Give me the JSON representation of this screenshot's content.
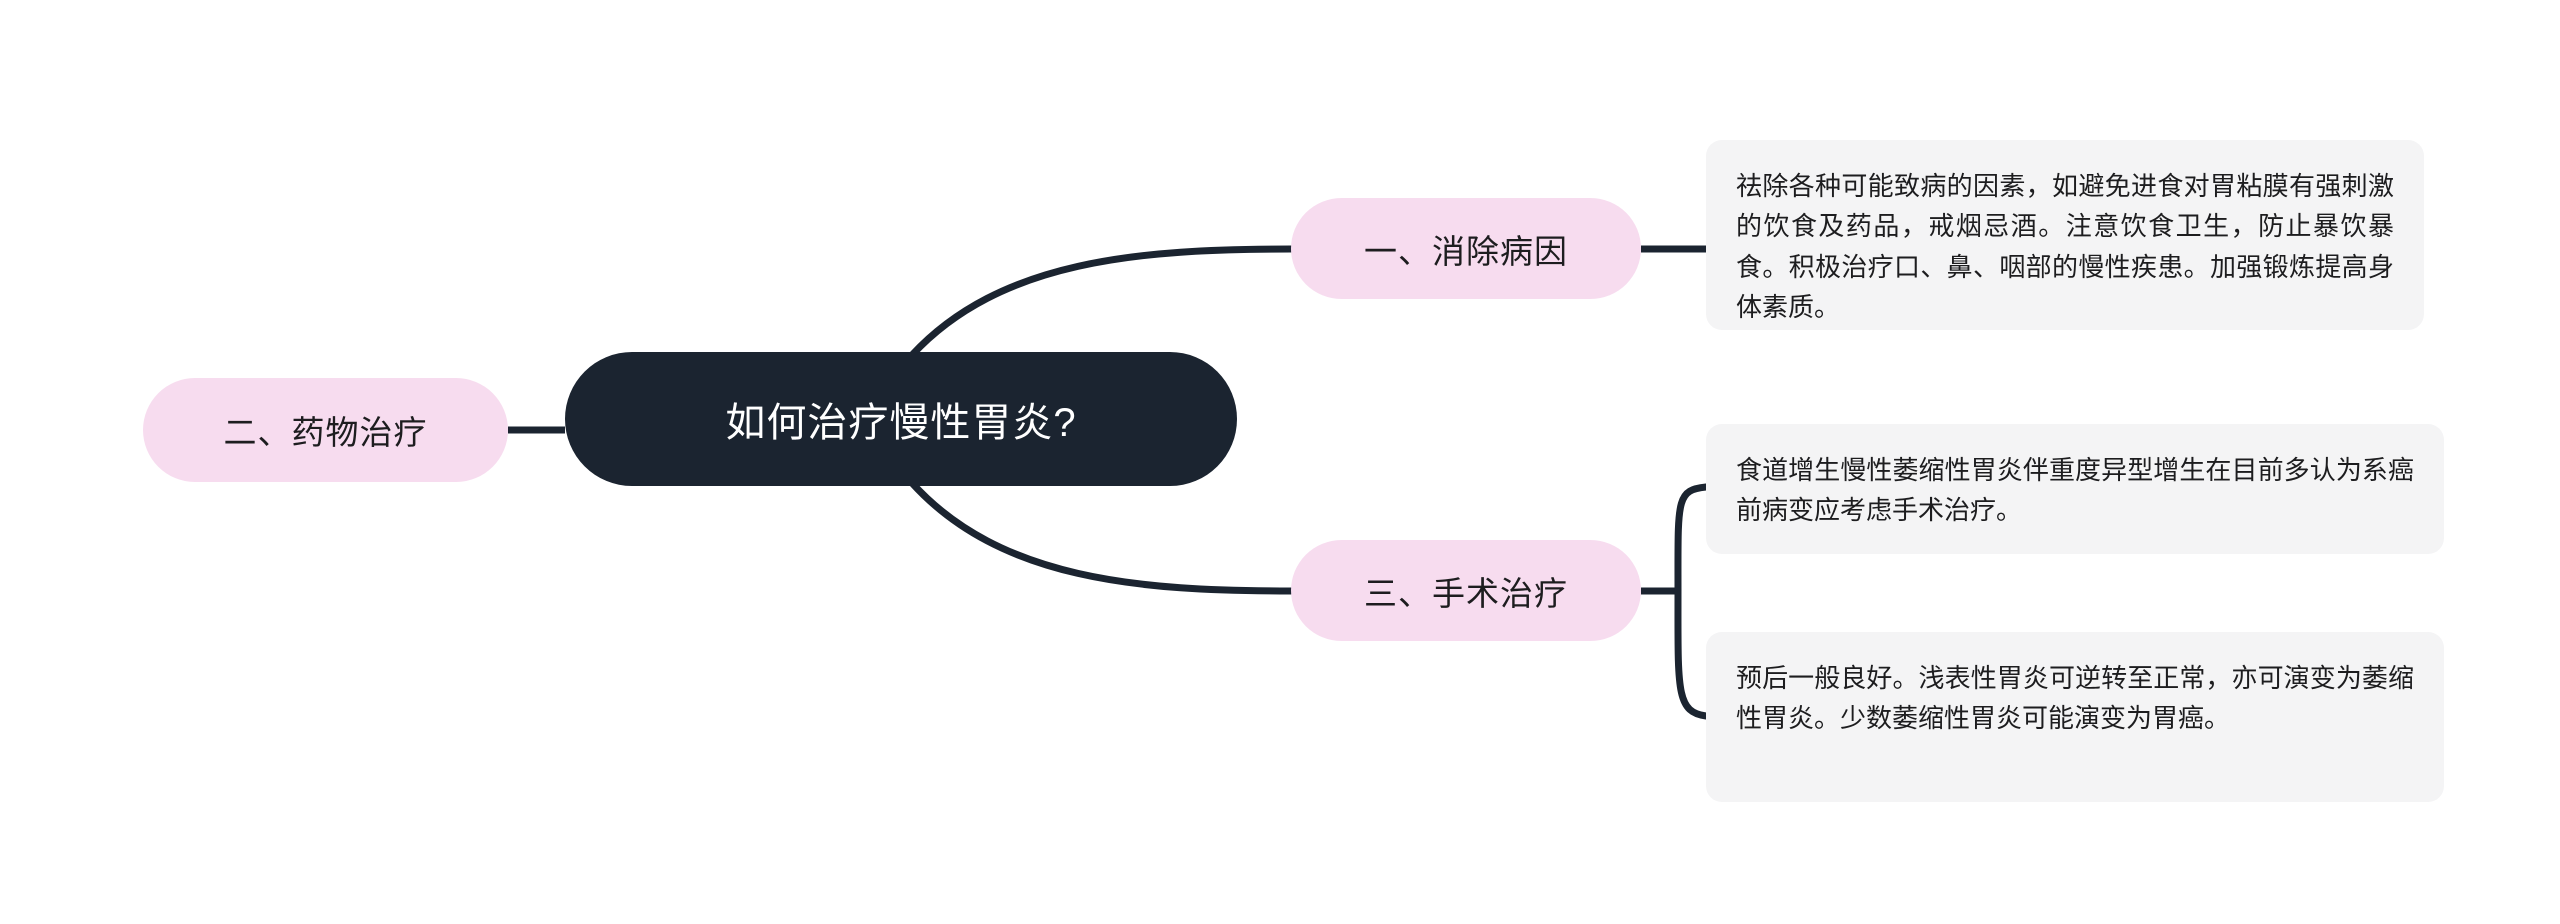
{
  "diagram": {
    "type": "mindmap",
    "title": "如何治疗慢性胃炎?",
    "colors": {
      "central_bg": "#1b2430",
      "central_text": "#ffffff",
      "branch_bg": "#f7dcef",
      "branch_text": "#1d1d1f",
      "leaf_bg": "#f4f4f5",
      "leaf_text": "#1d1d1f",
      "connector": "#1b2430",
      "page_bg": "#ffffff"
    }
  },
  "central": {
    "label": "如何治疗慢性胃炎?"
  },
  "branches": {
    "left": {
      "label": "二、药物治疗"
    },
    "right_top": {
      "label": "一、消除病因"
    },
    "right_bottom": {
      "label": "三、手术治疗"
    }
  },
  "leaves": [
    {
      "id": "leaf-eliminate-cause",
      "parent": "一、消除病因",
      "text": "祛除各种可能致病的因素，如避免进食对胃粘膜有强刺激的饮食及药品，戒烟忌酒。注意饮食卫生，防止暴饮暴食。积极治疗口、鼻、咽部的慢性疾患。加强锻炼提高身体素质。"
    },
    {
      "id": "leaf-surgery-indication",
      "parent": "三、手术治疗",
      "text": "食道增生慢性萎缩性胃炎伴重度异型增生在目前多认为系癌前病变应考虑手术治疗。"
    },
    {
      "id": "leaf-prognosis",
      "parent": "三、手术治疗",
      "text": "预后一般良好。浅表性胃炎可逆转至正常，亦可演变为萎缩性胃炎。少数萎缩性胃炎可能演变为胃癌。"
    }
  ]
}
